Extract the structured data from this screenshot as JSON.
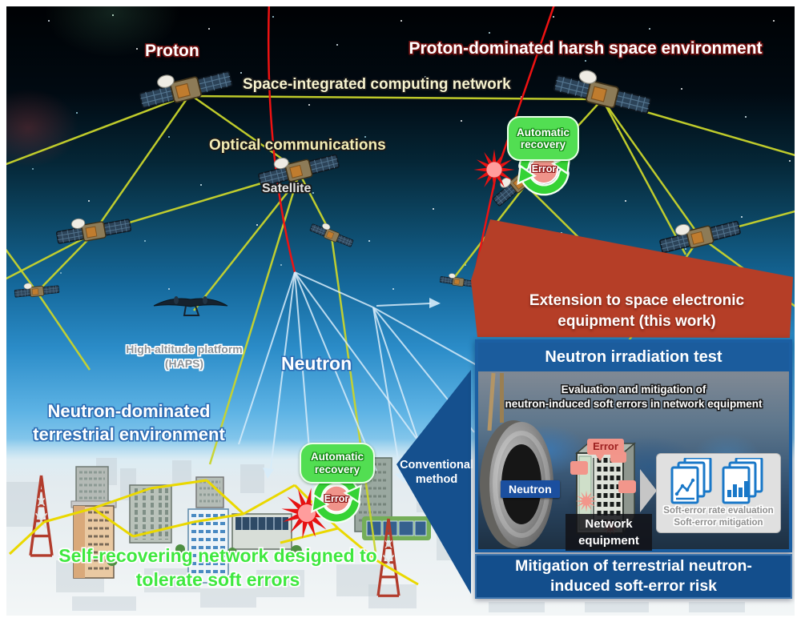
{
  "colors": {
    "line_yellow": "#c9d42c",
    "proton_red": "#ee1212",
    "neutron_line_blue": "#d7ecfa",
    "wedge_red": "#b53e27",
    "panel_blue": "#1b5c9d",
    "banner_blue": "#134e8c",
    "recovery_green": "#52de52",
    "error_salmon": "#f2958a",
    "self_green": "#3fe83f",
    "doc_blue": "#1a78c8"
  },
  "space": {
    "proton_label": "Proton",
    "environment_title": "Proton-dominated harsh space environment",
    "network_label": "Space-integrated computing network",
    "optical_label": "Optical communications",
    "satellite_label": "Satellite"
  },
  "recovery": {
    "label": "Automatic recovery",
    "error_label": "Error"
  },
  "extension_banner": {
    "line1": "Extension to space electronic",
    "line2": "equipment (this work)"
  },
  "terrestrial": {
    "haps_line1": "High-altitude platform",
    "haps_line2": "(HAPS)",
    "neutron_label": "Neutron",
    "title_line1": "Neutron-dominated",
    "title_line2": "terrestrial environment",
    "self_line1": "Self-recovering network designed to",
    "self_line2": "tolerate soft errors",
    "conventional_label": "Conventional method"
  },
  "test_panel": {
    "title": "Neutron irradiation test",
    "caption_line1": "Evaluation and mitigation of",
    "caption_line2": "neutron-induced soft errors in network equipment",
    "neutron_badge": "Neutron",
    "error_badge": "Error",
    "equipment_line1": "Network",
    "equipment_line2": "equipment",
    "result_line1": "Soft-error rate evaluation",
    "result_line2": "Soft-error mitigation"
  },
  "mitigation_banner": {
    "line1": "Mitigation of terrestrial neutron-",
    "line2": "induced soft-error risk"
  }
}
